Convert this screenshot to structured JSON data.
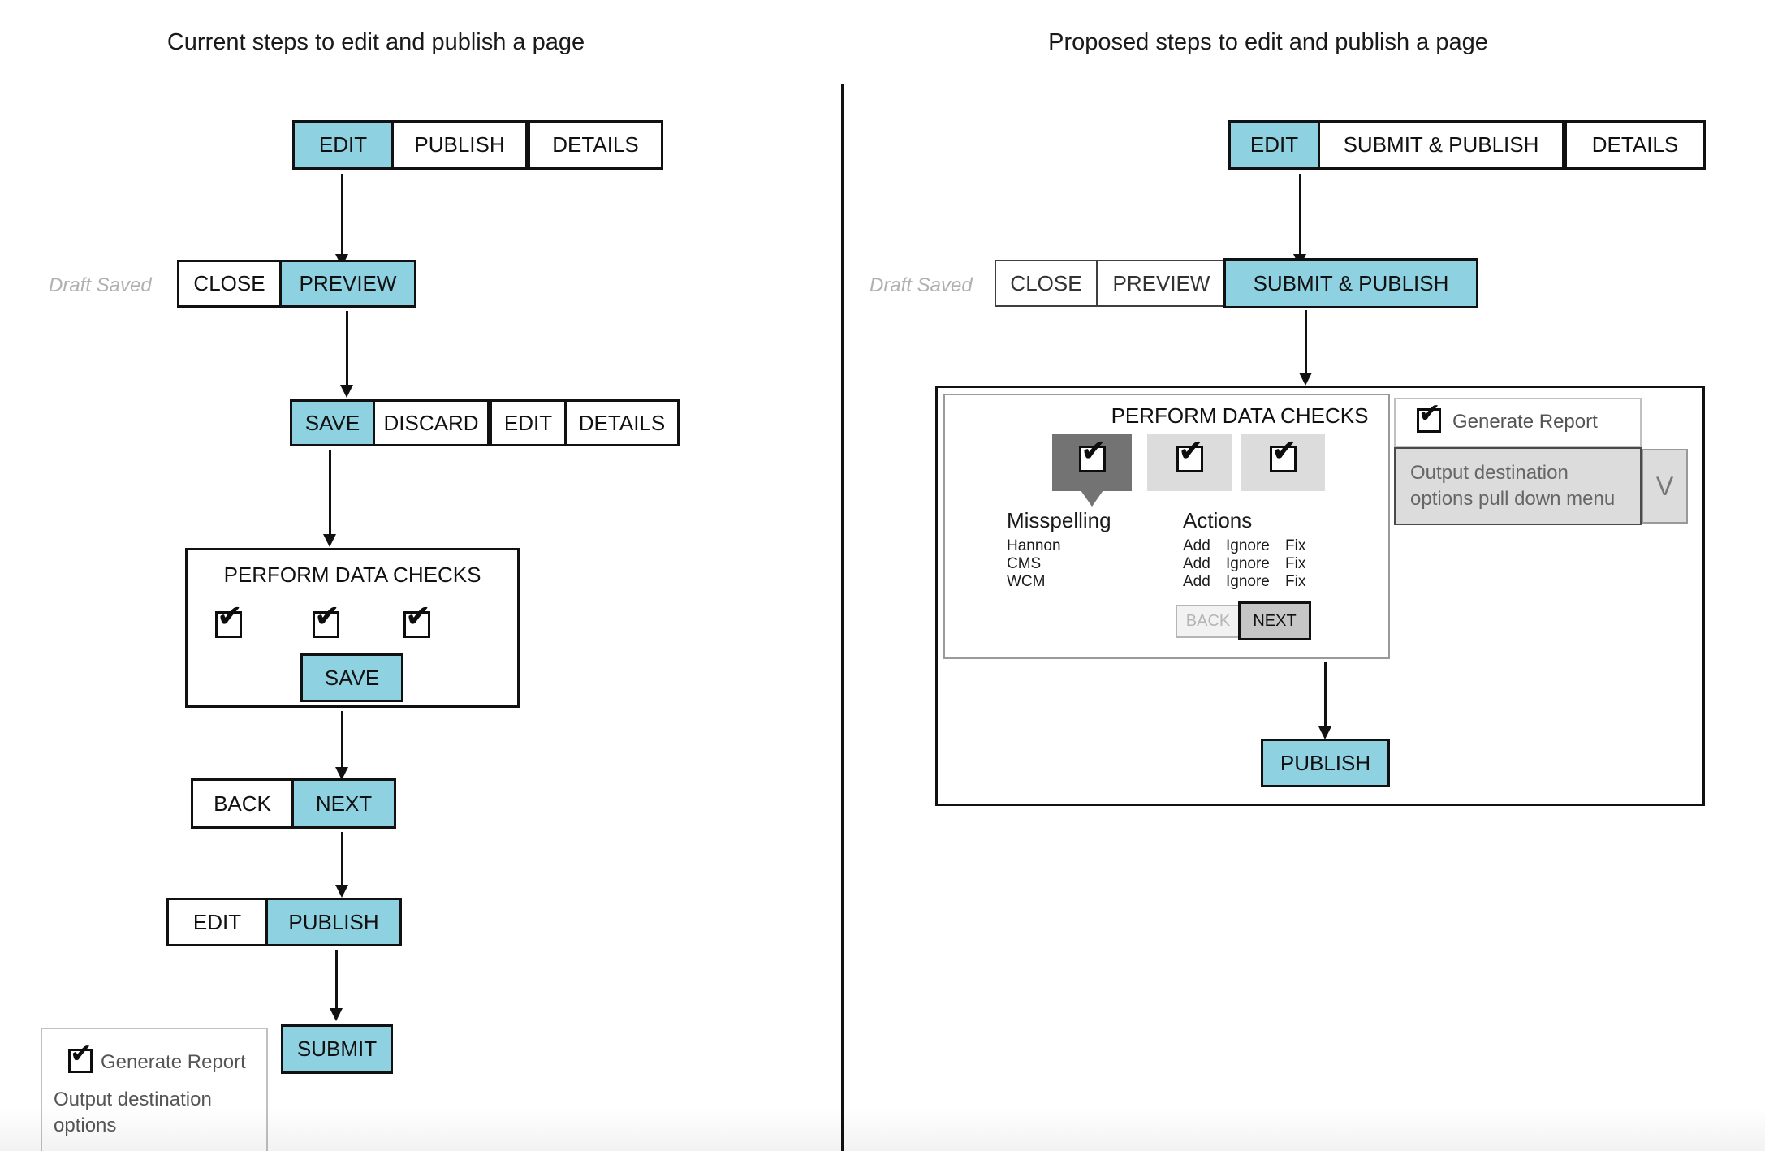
{
  "left": {
    "title": "Current steps to edit and publish a page",
    "tabs1": {
      "edit": "EDIT",
      "publish": "PUBLISH",
      "details": "DETAILS"
    },
    "draft_saved": "Draft Saved",
    "close": "CLOSE",
    "preview": "PREVIEW",
    "save": "SAVE",
    "discard": "DISCARD",
    "edit2": "EDIT",
    "details2": "DETAILS",
    "checks": {
      "title": "PERFORM DATA CHECKS",
      "save": "SAVE"
    },
    "back": "BACK",
    "next": "NEXT",
    "edit3": "EDIT",
    "publish2": "PUBLISH",
    "submit": "SUBMIT",
    "report": {
      "label": "Generate Report",
      "line1": "Output destination",
      "line2": "options"
    }
  },
  "right": {
    "title": "Proposed steps to edit and publish a page",
    "tabs1": {
      "edit": "EDIT",
      "submit_publish": "SUBMIT & PUBLISH",
      "details": "DETAILS"
    },
    "draft_saved": "Draft Saved",
    "close": "CLOSE",
    "preview": "PREVIEW",
    "submit_publish": "SUBMIT & PUBLISH",
    "checks": {
      "title": "PERFORM DATA CHECKS",
      "misspelling_header": "Misspelling",
      "misspellings": [
        "Hannon",
        "CMS",
        "WCM"
      ],
      "actions_header": "Actions",
      "action_options": [
        "Add",
        "Ignore",
        "Fix"
      ],
      "back": "BACK",
      "next": "NEXT"
    },
    "report": {
      "label": "Generate Report"
    },
    "dropdown": {
      "line1": "Output destination",
      "line2": "options pull down menu",
      "chevron": "V"
    },
    "publish": "PUBLISH"
  },
  "colors": {
    "accent_teal": "#8ED1E1",
    "selected_tile": "#737373",
    "unselected_tile": "#DCDCDC",
    "disabled_gray": "#B5B5B5",
    "next_gray": "#C6C6C6"
  }
}
